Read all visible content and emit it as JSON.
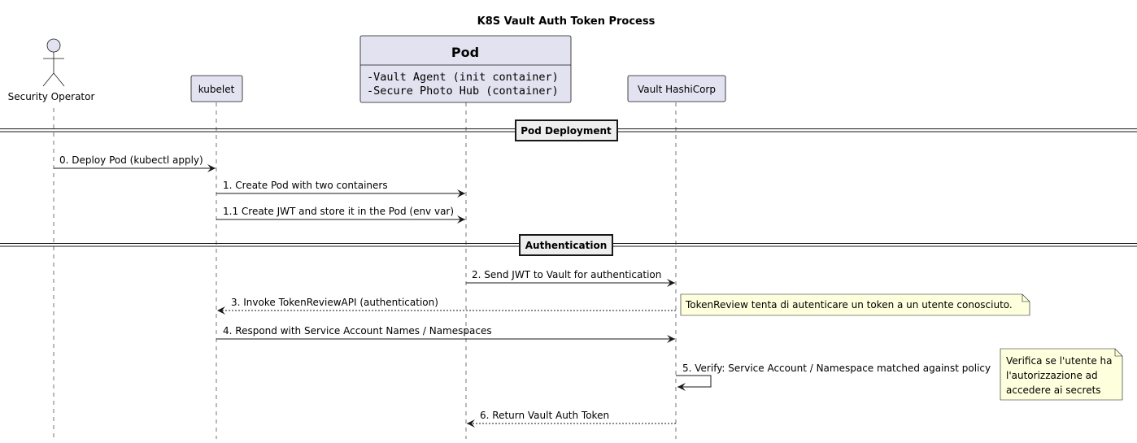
{
  "title": "K8S Vault Auth Token Process",
  "participants": {
    "operator": {
      "label": "Security Operator"
    },
    "kubelet": {
      "label": "kubelet"
    },
    "pod": {
      "label": "Pod",
      "fields": [
        "-Vault Agent (init container)",
        "-Secure Photo Hub (container)"
      ]
    },
    "vault": {
      "label": "Vault HashiCorp"
    }
  },
  "dividers": {
    "deployment": "Pod Deployment",
    "authentication": "Authentication"
  },
  "messages": {
    "m0": "0. Deploy Pod (kubectl apply)",
    "m1": "1. Create Pod with two containers",
    "m11": "1.1 Create JWT and store it in the Pod (env var)",
    "m2": "2. Send JWT to Vault for authentication",
    "m3": "3. Invoke TokenReviewAPI (authentication)",
    "m4": "4. Respond with Service Account Names / Namespaces",
    "m5": "5. Verify: Service Account / Namespace matched against policy",
    "m6": "6. Return Vault Auth Token"
  },
  "notes": {
    "tokenreview": "TokenReview tenta di autenticare un token a un utente conosciuto.",
    "verify": [
      "Verifica se l'utente ha",
      "l'autorizzazione ad",
      "accedere ai secrets"
    ]
  },
  "colors": {
    "participant_fill": "#E2E2F0",
    "note_fill": "#FEFFDD",
    "line": "#181818"
  }
}
